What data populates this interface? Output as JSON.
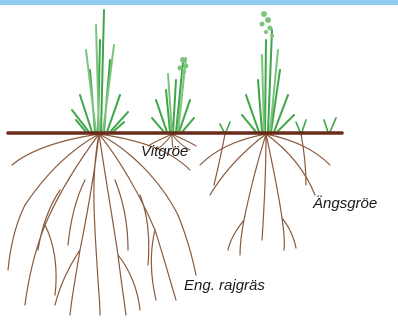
{
  "labels": {
    "vitgroe": "Vitgröe",
    "angsgroe": "Ängsgröe",
    "rajgras": "Eng. rajgräs"
  },
  "colors": {
    "top_rule": "#8ecdf0",
    "root": "#8a5a3c",
    "soil_line": "#6b2b1c",
    "grass": "#3fa64a",
    "grass_light": "#7cc47c"
  }
}
